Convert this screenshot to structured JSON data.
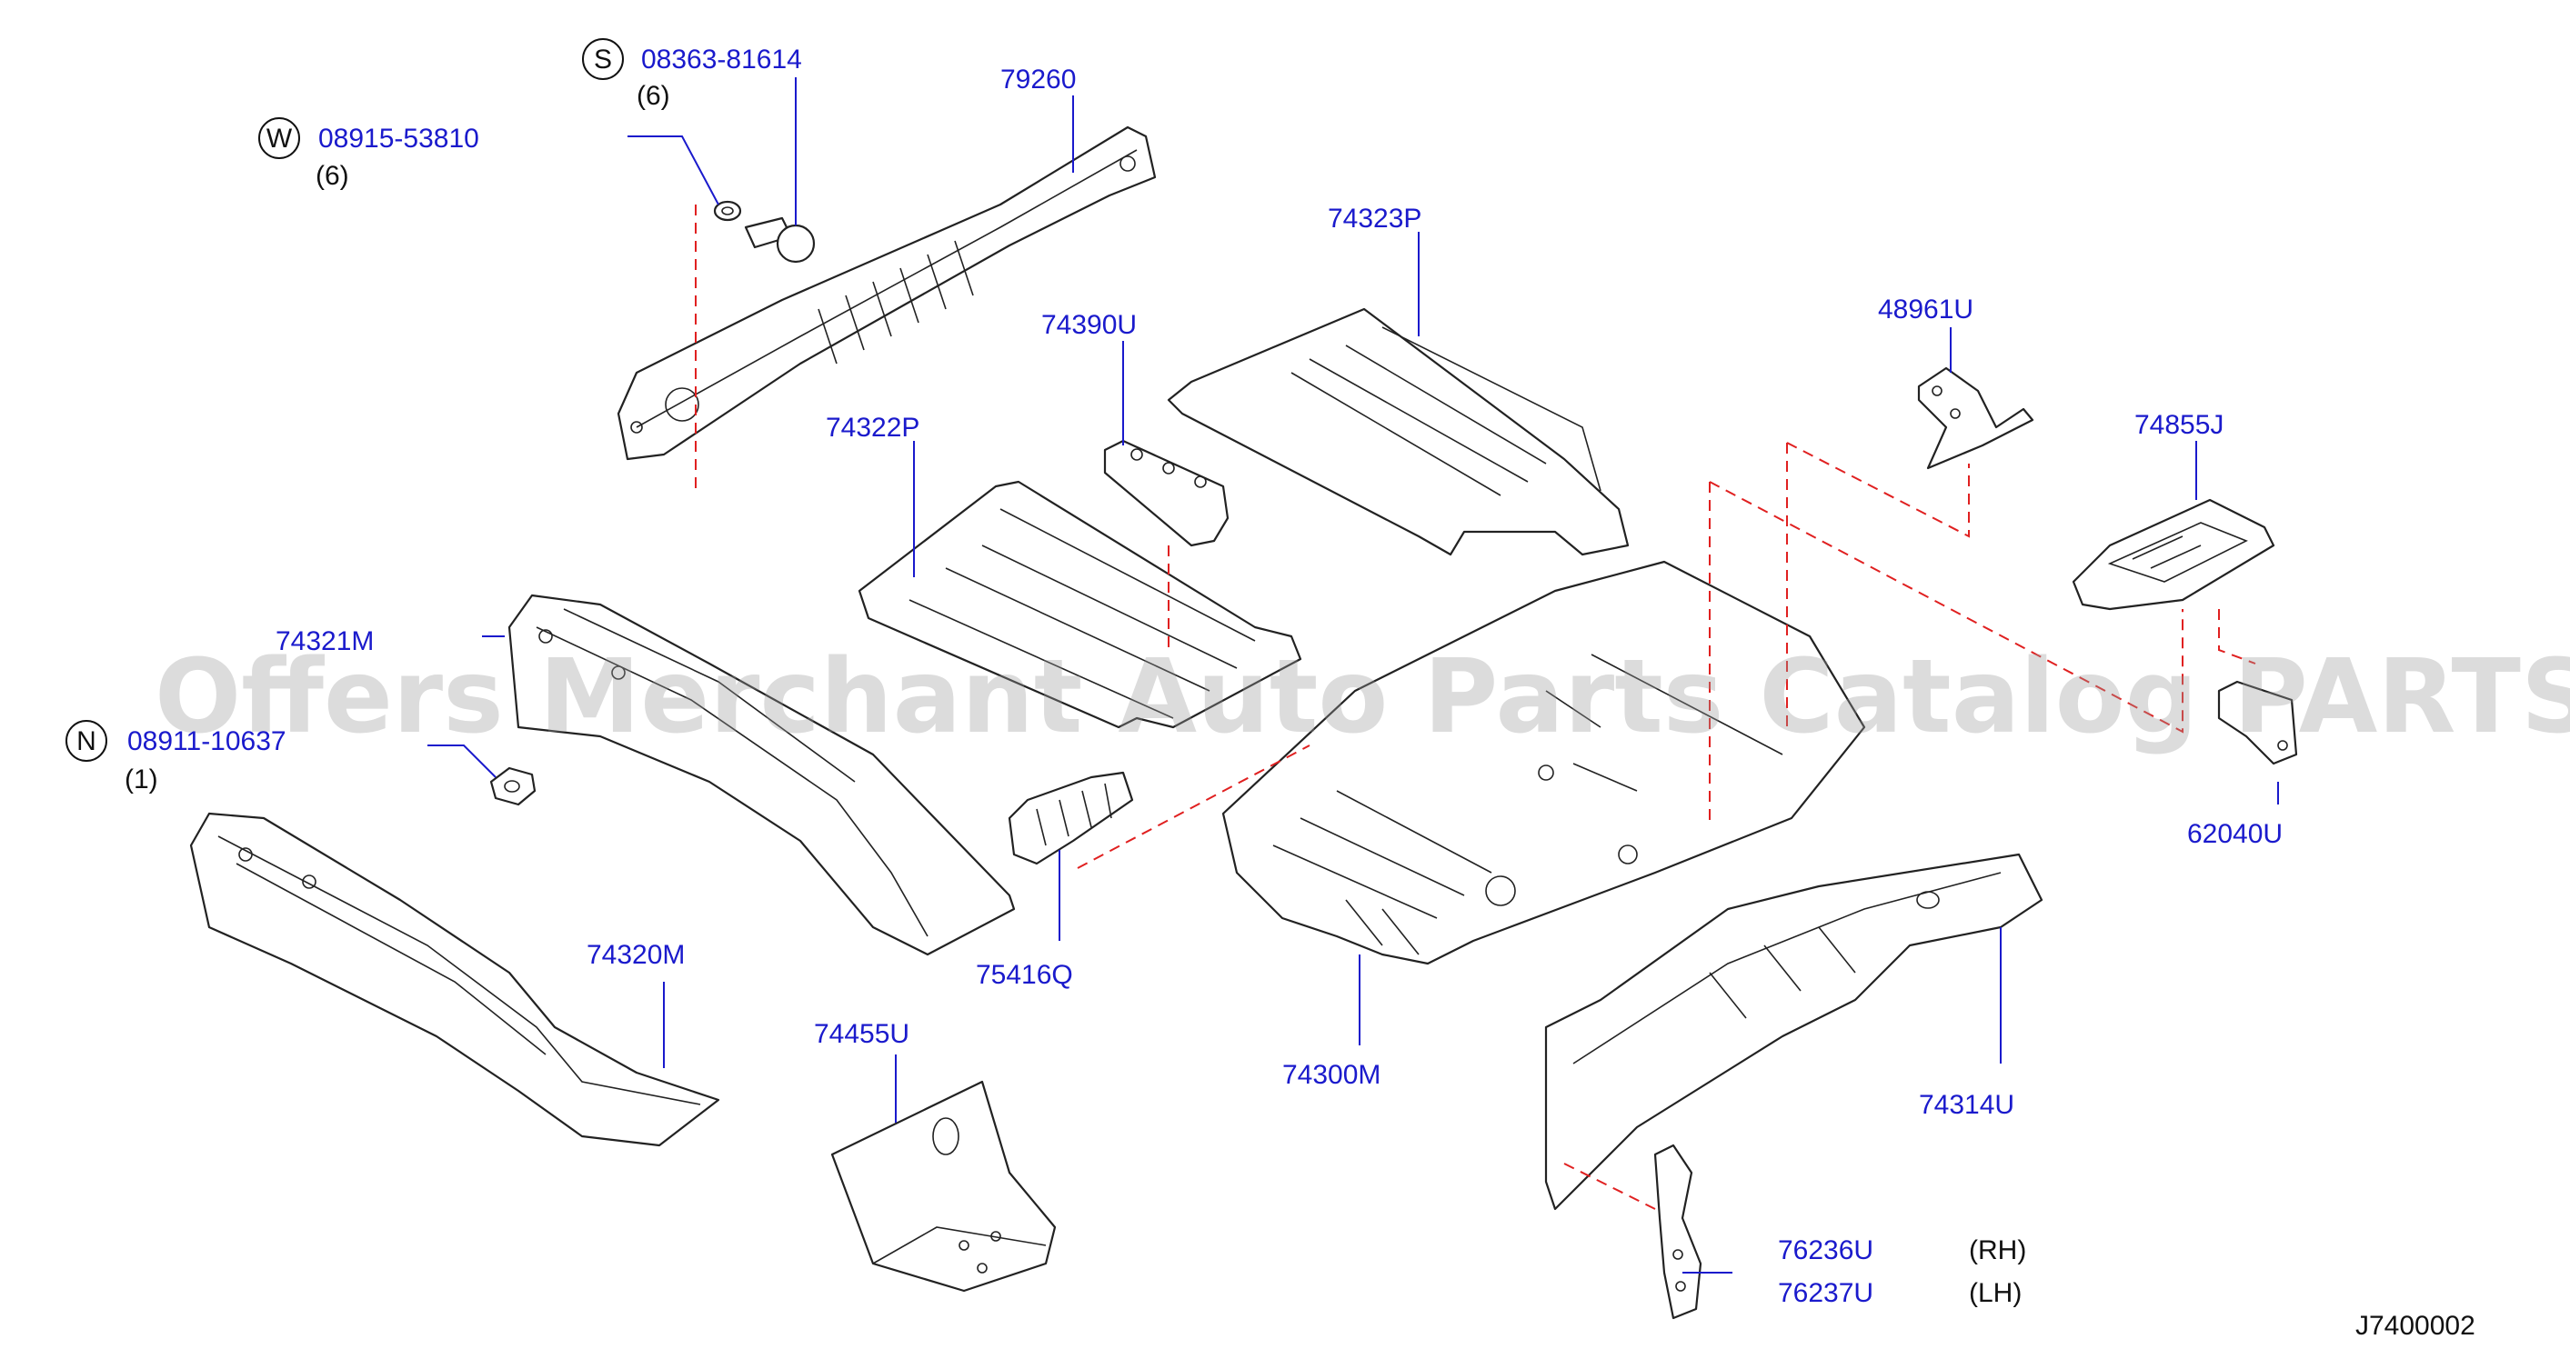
{
  "diagram_code": "J7400002",
  "watermark": "Offers Merchant Auto Parts Catalog PARTSTORE.SA",
  "fasteners": [
    {
      "symbol": "S",
      "part": "08363-81614",
      "qty": "(6)"
    },
    {
      "symbol": "W",
      "part": "08915-53810",
      "qty": "(6)"
    },
    {
      "symbol": "N",
      "part": "08911-10637",
      "qty": "(1)"
    }
  ],
  "parts": [
    {
      "number": "79260"
    },
    {
      "number": "74323P"
    },
    {
      "number": "74390U"
    },
    {
      "number": "74322P"
    },
    {
      "number": "48961U"
    },
    {
      "number": "74855J"
    },
    {
      "number": "74321M"
    },
    {
      "number": "62040U"
    },
    {
      "number": "75416Q"
    },
    {
      "number": "74320M"
    },
    {
      "number": "74455U"
    },
    {
      "number": "74300M"
    },
    {
      "number": "74314U"
    },
    {
      "number": "76236U",
      "side": "(RH)"
    },
    {
      "number": "76237U",
      "side": "(LH)"
    }
  ],
  "colors": {
    "label": "#1a1acc",
    "dashed_line": "#e02020",
    "outline": "#222222",
    "watermark": "#9a9a9a"
  }
}
